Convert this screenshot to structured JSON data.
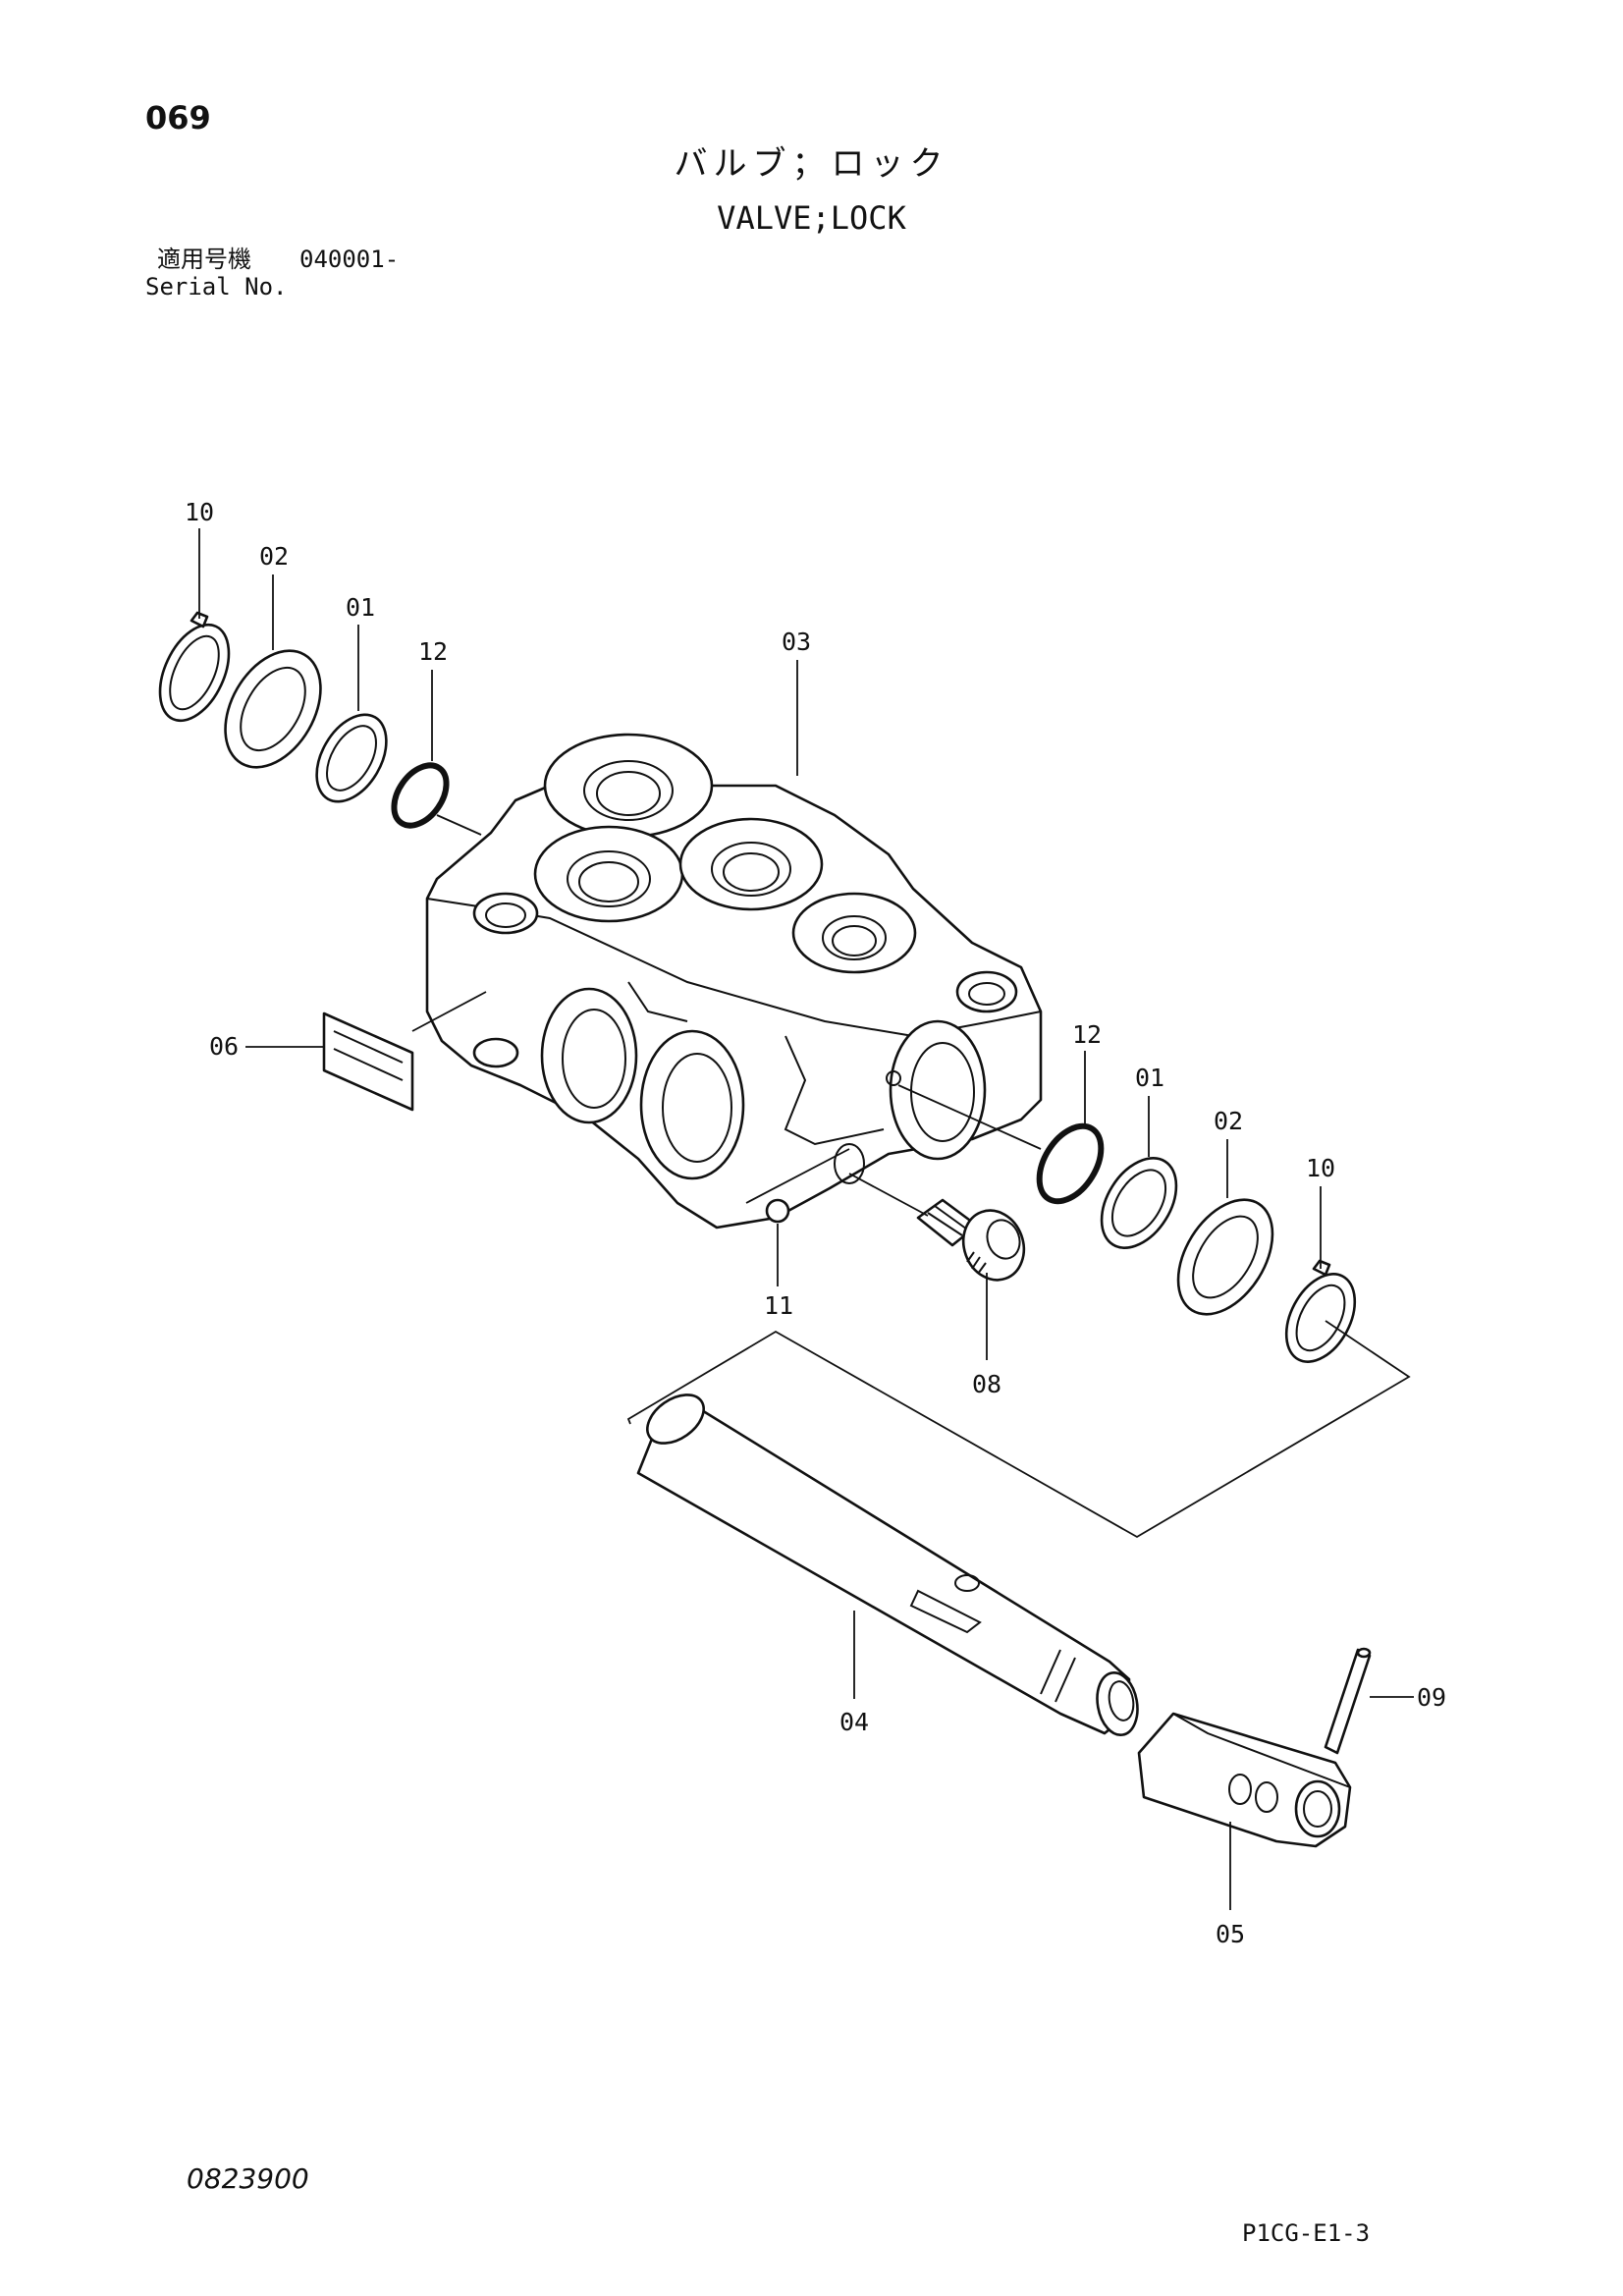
{
  "header": {
    "page_number": "069",
    "title_jp": "バルブ；ロック",
    "title_en": "VALVE;LOCK",
    "serial_label_jp": "適用号機",
    "serial_value": "040001-",
    "serial_label_en": "Serial No."
  },
  "callouts": {
    "c01_left": "01",
    "c01_right": "01",
    "c02_left": "02",
    "c02_right": "02",
    "c03": "03",
    "c04": "04",
    "c05": "05",
    "c06": "06",
    "c08": "08",
    "c09": "09",
    "c10_left": "10",
    "c10_right": "10",
    "c11": "11",
    "c12_left": "12",
    "c12_right": "12"
  },
  "footer": {
    "document_number": "0823900",
    "sheet_code": "P1CG-E1-3"
  }
}
